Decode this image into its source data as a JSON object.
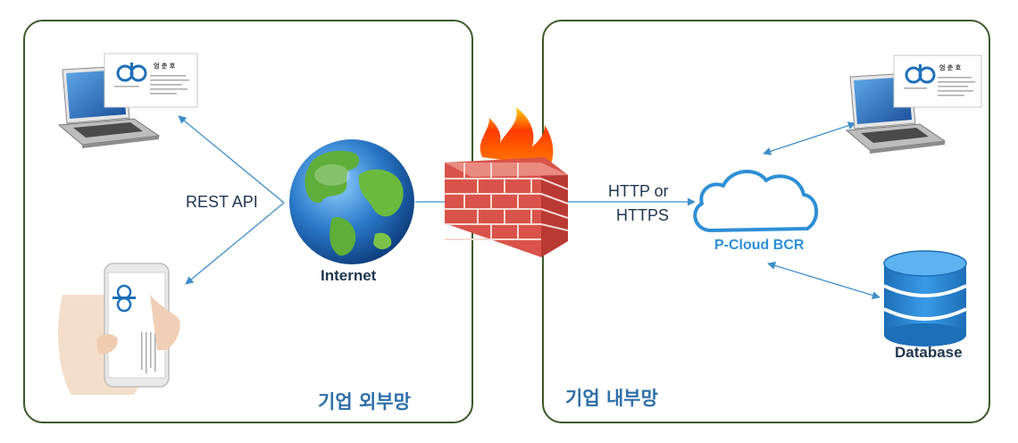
{
  "zones": {
    "external_label": "기업 외부망",
    "internal_label": "기업 내부망"
  },
  "labels": {
    "rest_api": "REST API",
    "internet": "Internet",
    "http_line1": "HTTP or",
    "http_line2": "HTTPS",
    "cloud": "P-Cloud BCR",
    "database": "Database"
  },
  "business_card": {
    "name": "엄 춘 호"
  },
  "colors": {
    "border": "#3a5a28",
    "accent": "#2e6ea8",
    "cloud": "#2e8fd6",
    "arrow": "#3f8fc9",
    "brick": "#d9534a"
  }
}
